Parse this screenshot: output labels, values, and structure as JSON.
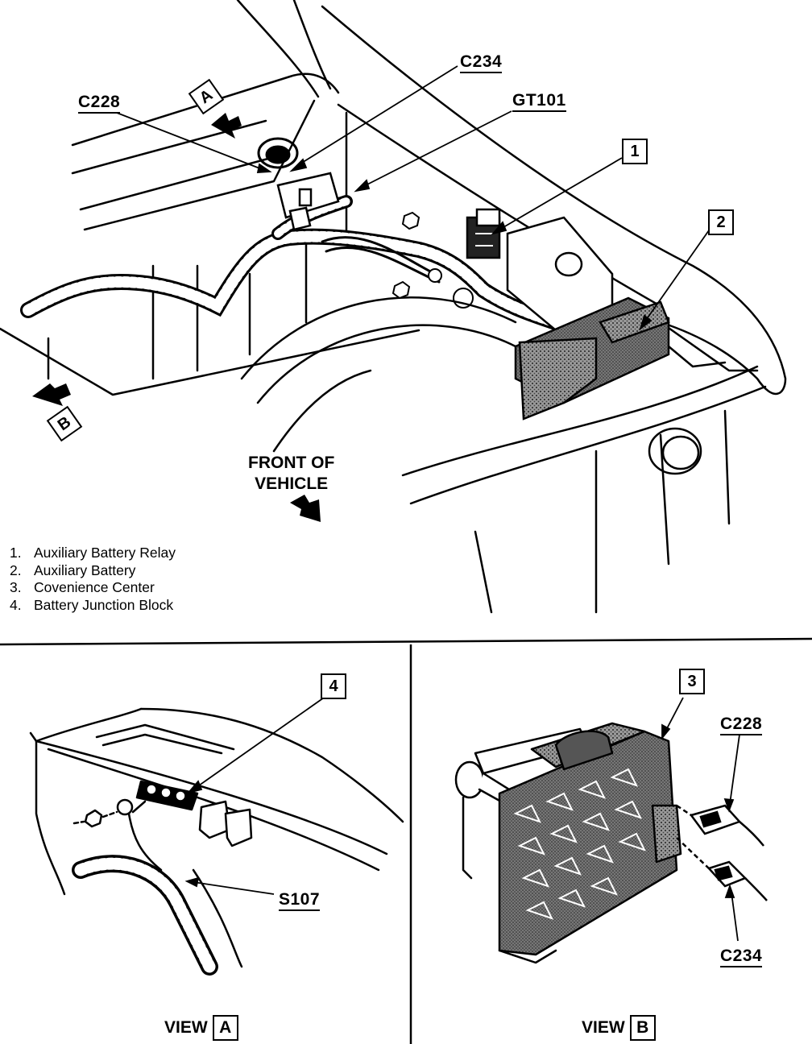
{
  "callouts": {
    "c228_top": "C228",
    "c234_top": "C234",
    "gt101": "GT101",
    "s107": "S107",
    "c228_b": "C228",
    "c234_b": "C234"
  },
  "markers": {
    "item1": "1",
    "item2": "2",
    "item3": "3",
    "item4": "4",
    "view_a_arrow": "A",
    "view_b_arrow": "B"
  },
  "front_of_vehicle": {
    "line1": "FRONT OF",
    "line2": "VEHICLE"
  },
  "legend": [
    {
      "num": "1.",
      "text": "Auxiliary Battery Relay"
    },
    {
      "num": "2.",
      "text": "Auxiliary Battery"
    },
    {
      "num": "3.",
      "text": "Covenience Center"
    },
    {
      "num": "4.",
      "text": "Battery Junction Block"
    }
  ],
  "views": {
    "a_word": "VIEW",
    "a_letter": "A",
    "b_word": "VIEW",
    "b_letter": "B"
  }
}
